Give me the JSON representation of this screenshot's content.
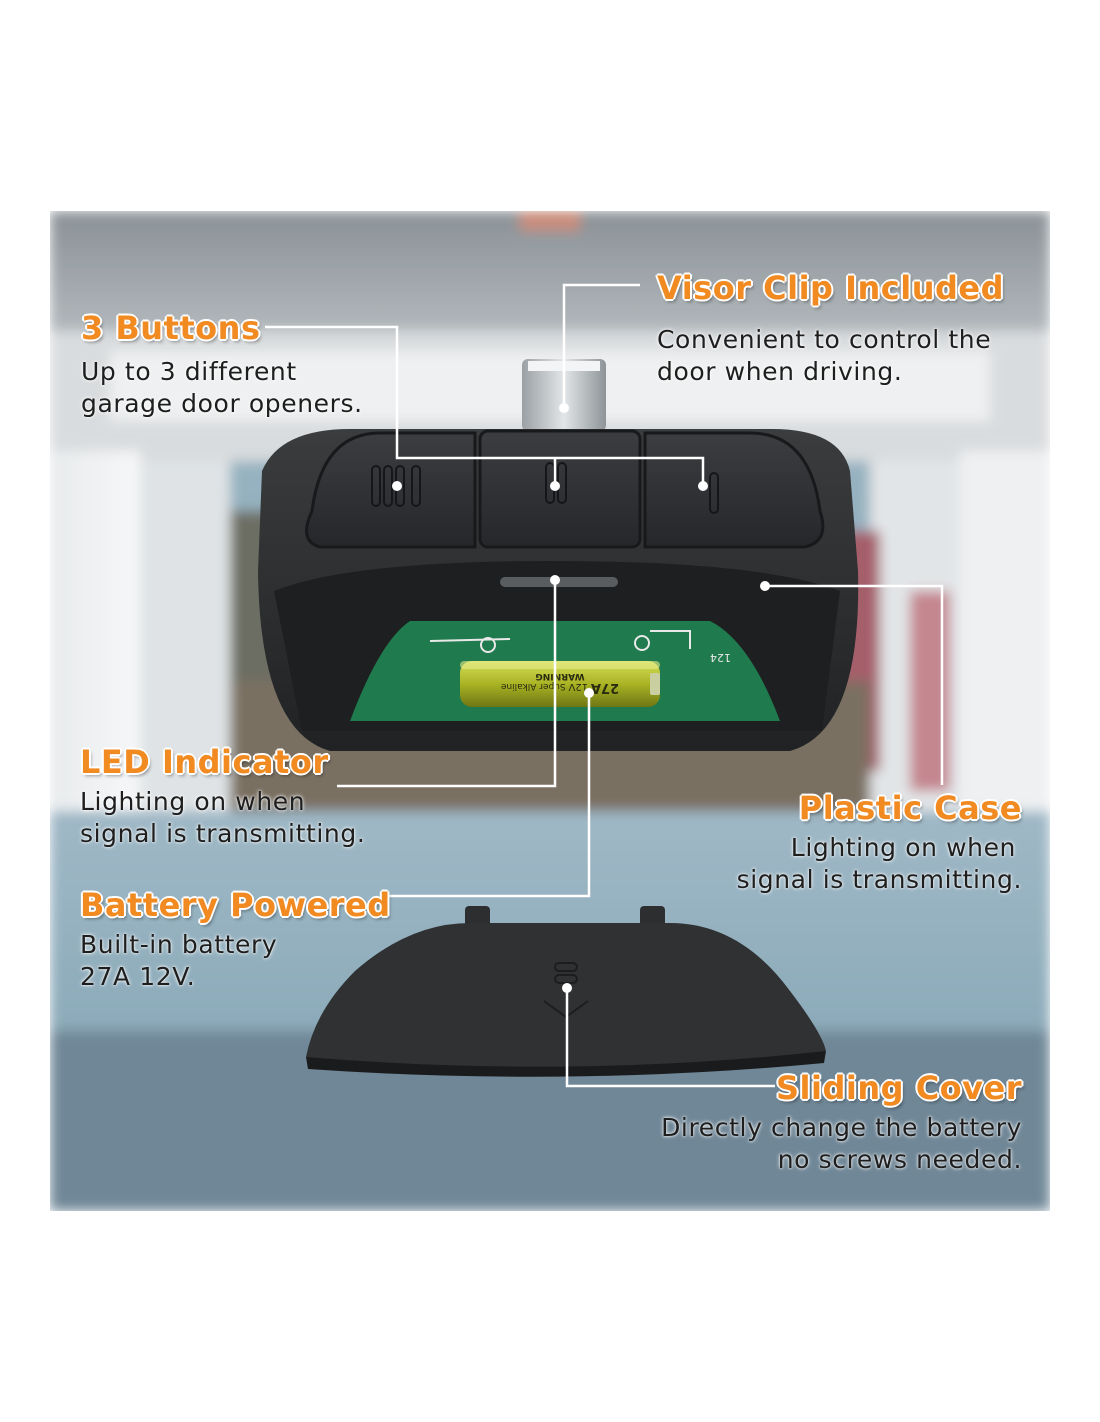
{
  "callouts": {
    "buttons": {
      "title": "3 Buttons",
      "lines": [
        "Up to 3 different",
        "garage door openers."
      ]
    },
    "visor_clip": {
      "title": "Visor Clip Included",
      "lines": [
        "Convenient to control the",
        "door when driving."
      ]
    },
    "led": {
      "title": "LED Indicator",
      "lines": [
        "Lighting on when",
        "signal is transmitting."
      ]
    },
    "plastic_case": {
      "title": "Plastic Case",
      "lines": [
        "Lighting on when",
        "signal is transmitting."
      ]
    },
    "battery": {
      "title": "Battery Powered",
      "lines": [
        "Built-in battery",
        "27A 12V."
      ]
    },
    "sliding_cover": {
      "title": "Sliding Cover",
      "lines": [
        "Directly change the battery",
        "no screws needed."
      ]
    }
  },
  "battery_label": {
    "model": "27A",
    "voltage": "12V",
    "type": "Super Alkaline",
    "warning": "WARNING"
  },
  "pcb_marking": "124",
  "colors": {
    "accent": "#f28a22",
    "device": "#2b2d2f",
    "pcb": "#1f7a4d",
    "battery": "#b8c430"
  }
}
